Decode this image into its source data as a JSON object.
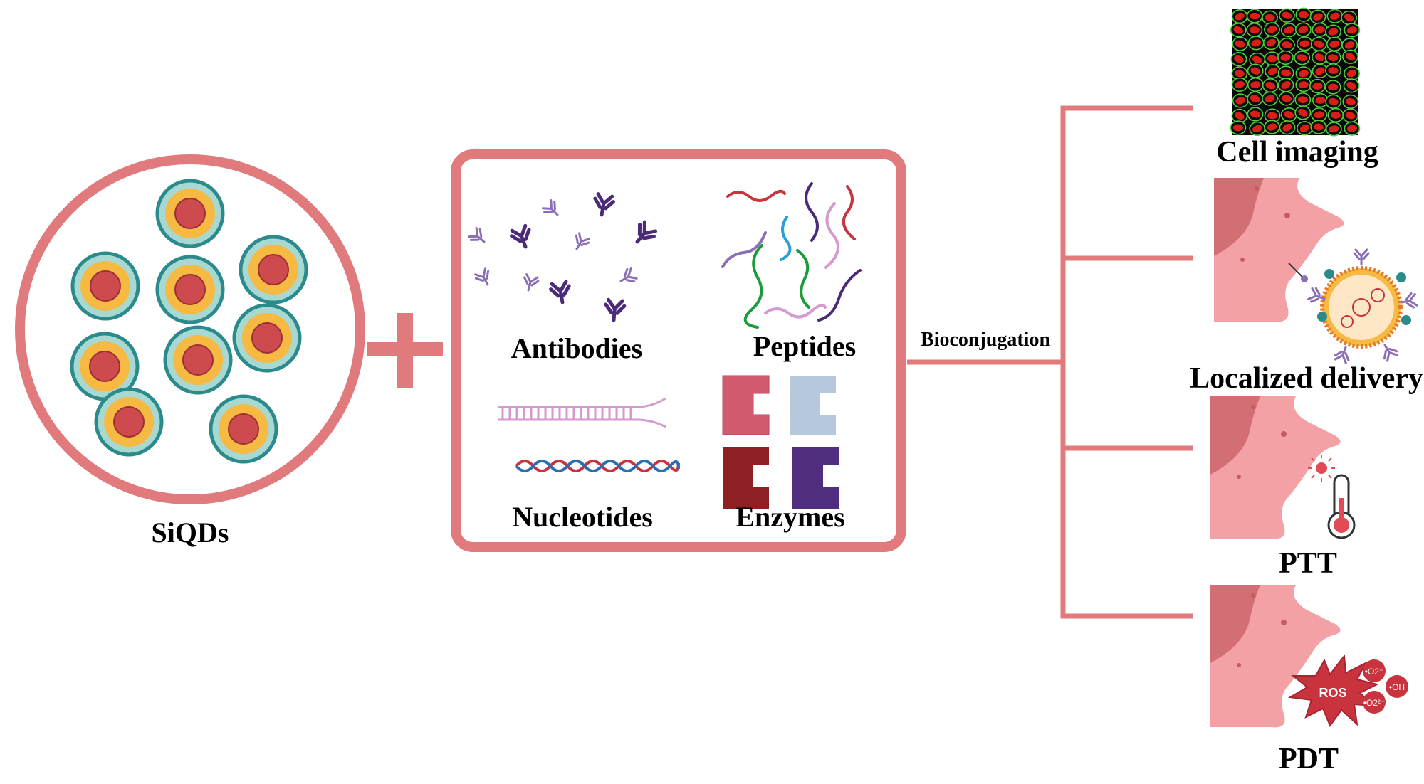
{
  "labels": {
    "siqds": "SiQDs",
    "antibodies": "Antibodies",
    "peptides": "Peptides",
    "nucleotides": "Nucleotides",
    "enzymes": "Enzymes",
    "bioconjugation": "Bioconjugation",
    "cell_imaging": "Cell imaging",
    "localized_delivery": "Localized delivery",
    "ptt": "PTT",
    "pdt": "PDT",
    "ros": "ROS",
    "o2_radical": "•O2⁻",
    "oh_radical": "•OH",
    "o2_2": "•O2²⁻"
  },
  "colors": {
    "accent": "#e07a7c",
    "qd_core": "#cd4a4f",
    "qd_yellow": "#f6b942",
    "qd_shell": "#a8d8d2",
    "qd_ring": "#2b8a8c",
    "antibody": "#4b2a78",
    "tissue_light": "#f4a1a6",
    "tissue_dark": "#d26f74",
    "ros": "#c8333d"
  }
}
